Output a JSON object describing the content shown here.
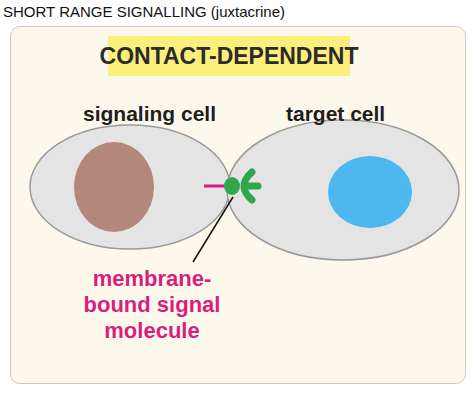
{
  "diagram": {
    "title": "SHORT RANGE SIGNALLING (juxtacrine)",
    "nodes": [
      {
        "text": [
          "CONTACT-DEPENDENT"
        ]
      },
      {
        "text": [
          "signaling cell"
        ]
      },
      {
        "text": [
          "target cell"
        ]
      }
    ],
    "labels": [
      "membrane- bound signal molecule"
    ]
  }
}
